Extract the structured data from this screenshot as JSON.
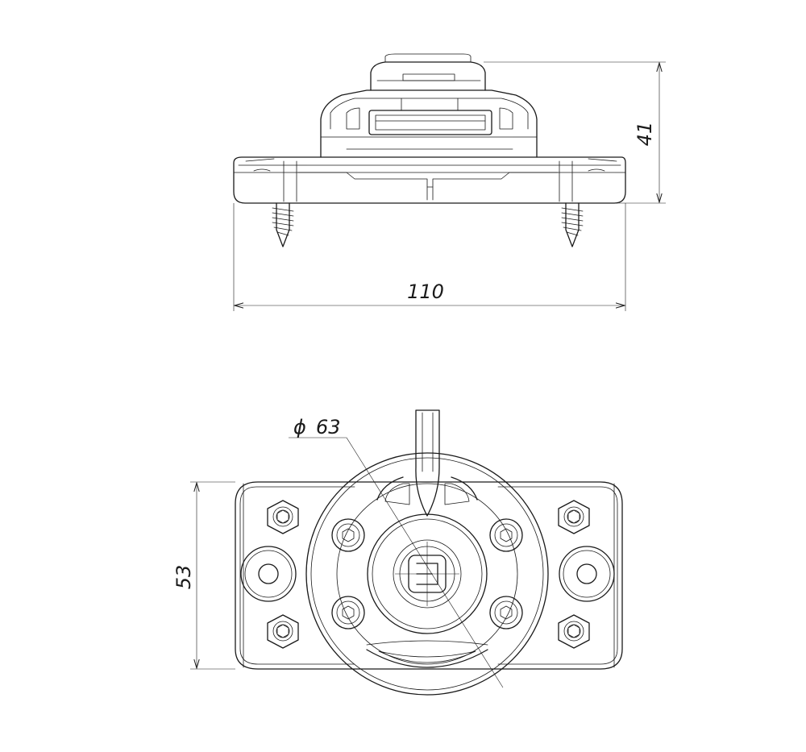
{
  "dimensions": {
    "overall_height": "41",
    "overall_width": "110",
    "diameter_symbol": "ϕ",
    "diameter_value": "63",
    "plate_height": "53"
  },
  "colors": {
    "line": "#1a1a1a",
    "background": "#ffffff"
  }
}
